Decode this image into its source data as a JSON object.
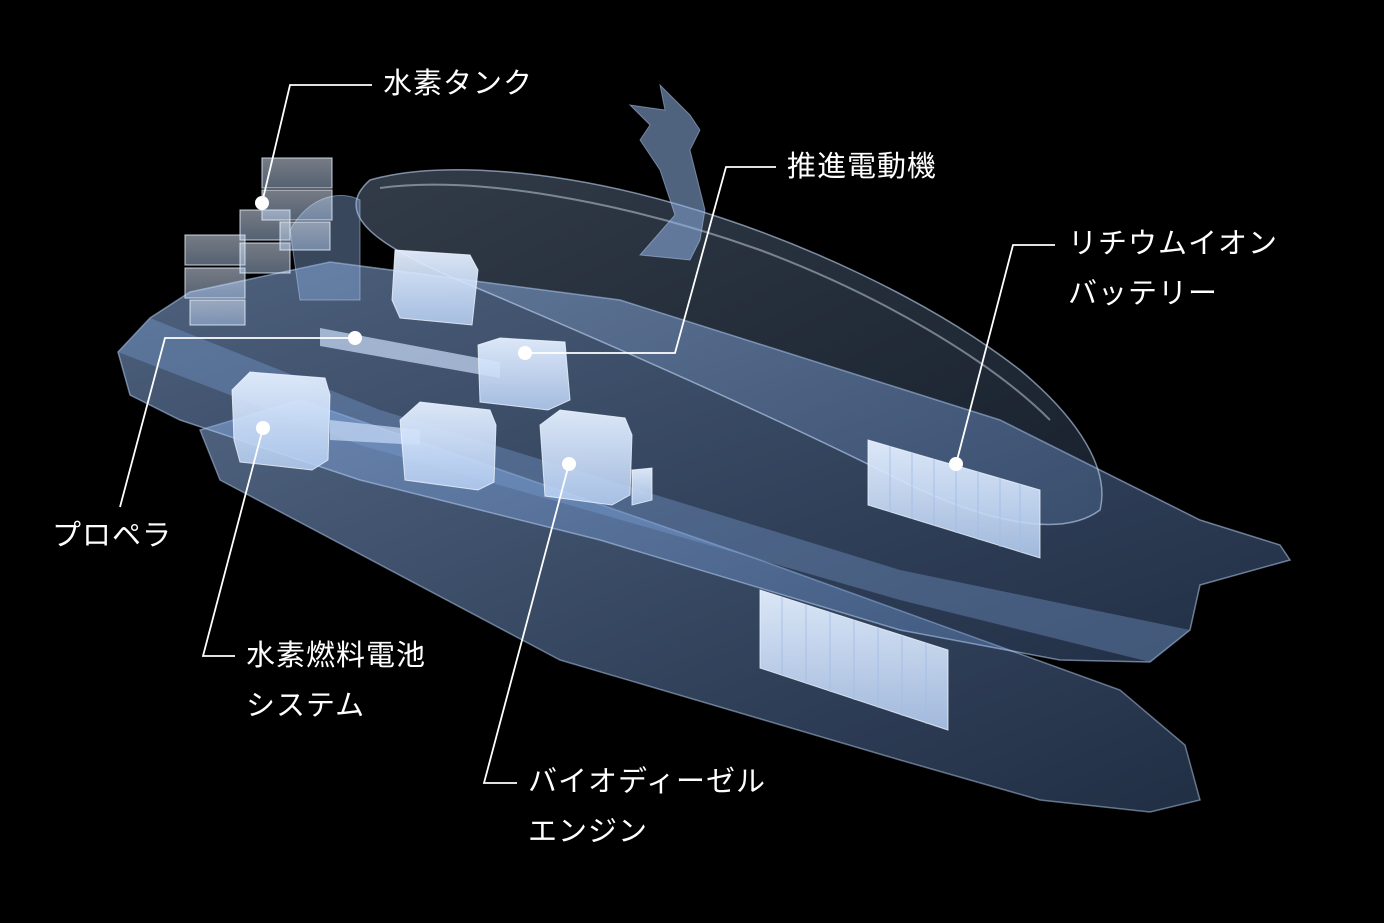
{
  "labels": {
    "hydrogen_tank": "水素タンク",
    "propulsion_motor": "推進電動機",
    "battery_line1": "リチウムイオン",
    "battery_line2": "バッテリー",
    "propeller": "プロペラ",
    "fuel_cell_line1": "水素燃料電池",
    "fuel_cell_line2": "システム",
    "engine_line1": "バイオディーゼル",
    "engine_line2": "エンジン"
  },
  "colors": {
    "background": "#000000",
    "hull": "#9fc0ec",
    "component": "#d2e4ff",
    "leader_line": "#ffffff",
    "text": "#ffffff"
  }
}
